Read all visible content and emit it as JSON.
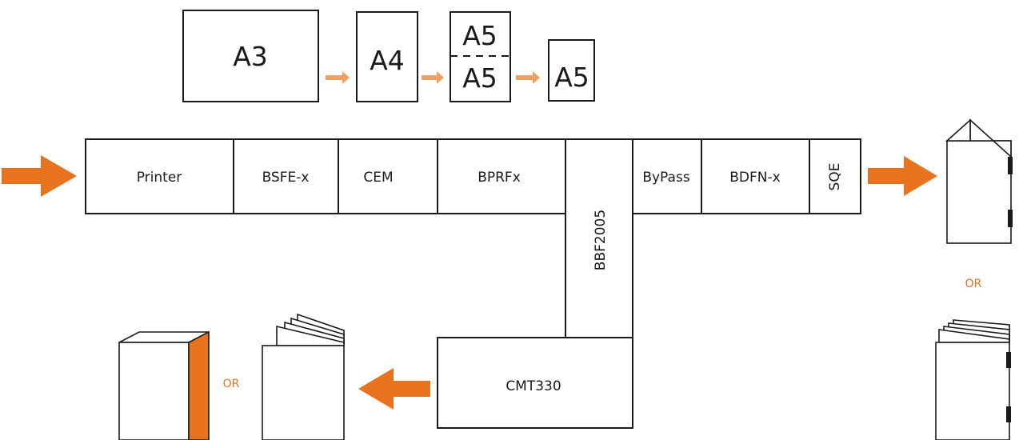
{
  "paper_sizes": {
    "a3": "A3",
    "a4": "A4",
    "a5_top": "A5",
    "a5_bottom": "A5",
    "a5_final": "A5"
  },
  "modules": {
    "printer": "Printer",
    "bsfe": "BSFE-x",
    "cem": "CEM",
    "bprf": "BPRFx",
    "bbf": "BBF2005",
    "bypass": "ByPass",
    "bdfn": "BDFN-x",
    "sqe": "SQE",
    "cmt": "CMT330"
  },
  "or_labels": {
    "right": "OR",
    "left": "OR"
  },
  "colors": {
    "accent": "#e8731f",
    "line": "#1a1a1a"
  }
}
